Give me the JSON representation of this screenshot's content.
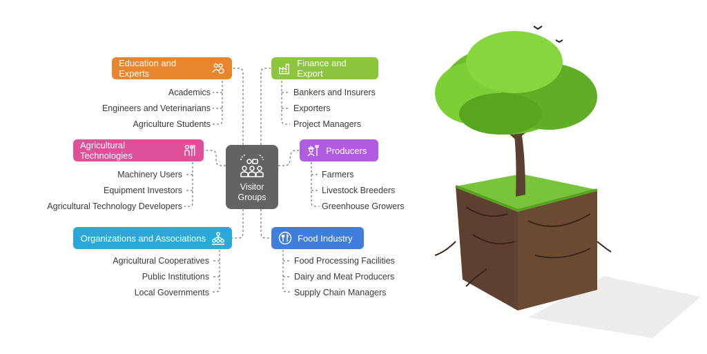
{
  "center": {
    "label": "Visitor Groups",
    "icon": "visitor-groups-icon"
  },
  "categories": [
    {
      "label": "Education and Experts",
      "color": "#E8852F",
      "icon": "people-icon",
      "items": [
        "Academics",
        "Engineers and Veterinarians",
        "Agriculture Students"
      ]
    },
    {
      "label": "Finance and Export",
      "color": "#8CC63F",
      "icon": "factory-icon",
      "items": [
        "Bankers and Insurers",
        "Exporters",
        "Project Managers"
      ]
    },
    {
      "label": "Agricultural Technologies",
      "color": "#E0509A",
      "icon": "farm-tools-icon",
      "items": [
        "Machinery Users",
        "Equipment Investors",
        "Agricultural Technology Developers"
      ]
    },
    {
      "label": "Producers",
      "color": "#B05CE0",
      "icon": "farmer-icon",
      "items": [
        "Farmers",
        "Livestock Breeders",
        "Greenhouse Growers"
      ]
    },
    {
      "label": "Organizations and Associations",
      "color": "#2AA8D8",
      "icon": "network-icon",
      "items": [
        "Agricultural Cooperatives",
        "Public Institutions",
        "Local Governments"
      ]
    },
    {
      "label": "Food Industry",
      "color": "#3F7FDB",
      "icon": "utensils-icon",
      "items": [
        "Food Processing Facilities",
        "Dairy and Meat Producers",
        "Supply Chain Managers"
      ]
    }
  ],
  "illustration": {
    "name": "tree-on-soil-cube",
    "leaf_color": "#6BBF2A",
    "soil_color": "#6B4A34"
  }
}
